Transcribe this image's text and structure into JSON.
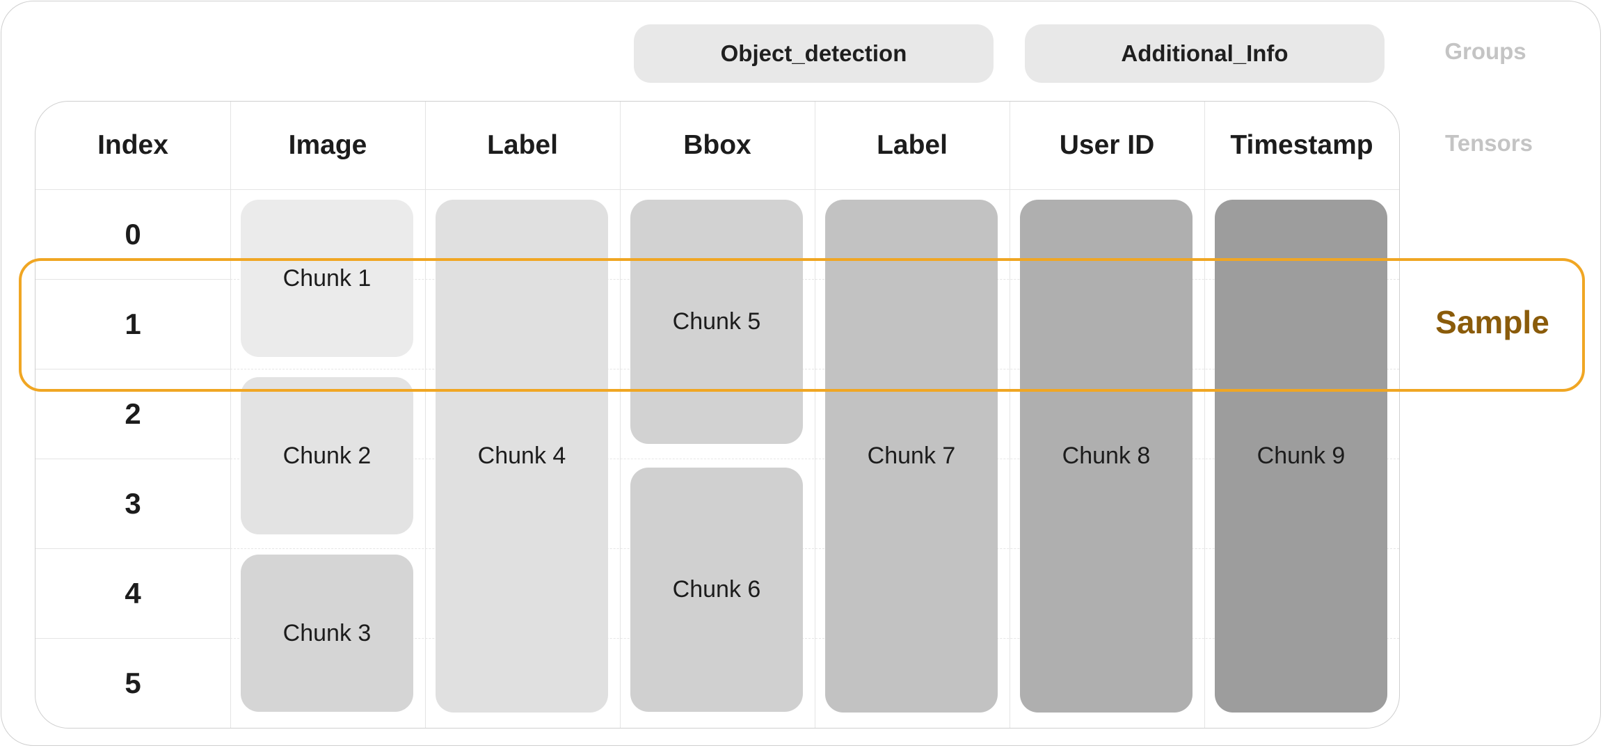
{
  "groups": {
    "object_detection": "Object_detection",
    "additional_info": "Additional_Info",
    "row_label": "Groups"
  },
  "tensors": {
    "row_label": "Tensors",
    "headers": [
      "Index",
      "Image",
      "Label",
      "Bbox",
      "Label",
      "User ID",
      "Timestamp"
    ]
  },
  "indices": [
    "0",
    "1",
    "2",
    "3",
    "4",
    "5"
  ],
  "chunks": {
    "c1": "Chunk 1",
    "c2": "Chunk 2",
    "c3": "Chunk 3",
    "c4": "Chunk 4",
    "c5": "Chunk 5",
    "c6": "Chunk 6",
    "c7": "Chunk 7",
    "c8": "Chunk 8",
    "c9": "Chunk 9"
  },
  "sample": {
    "label": "Sample",
    "highlight_index": "1"
  },
  "colors": {
    "sample_border": "#f0a623",
    "sample_text": "#8a5b0a",
    "chunk_shades": [
      "#ebebeb",
      "#e3e3e3",
      "#d5d5d5",
      "#e0e0e0",
      "#d2d2d2",
      "#d0d0d0",
      "#c2c2c2",
      "#afafaf",
      "#9d9d9d"
    ]
  }
}
